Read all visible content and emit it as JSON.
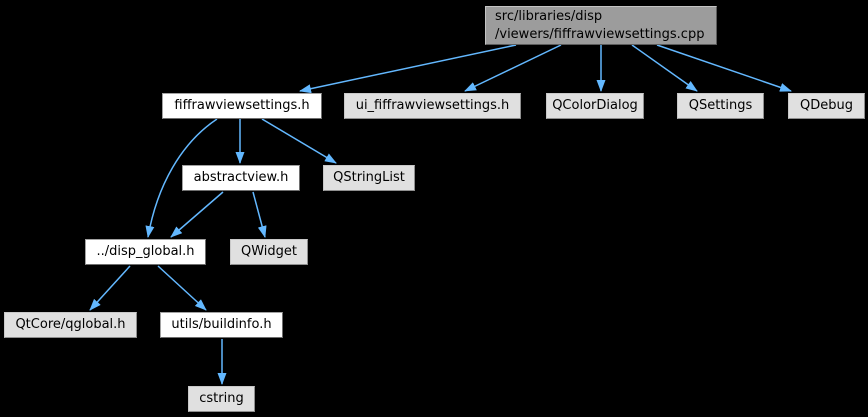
{
  "graph": {
    "type": "include-dependency-graph",
    "colors": {
      "background": "#000000",
      "edge": "#63b8ff",
      "root_node_fill": "#9c9c9c",
      "internal_node_fill": "#ffffff",
      "external_node_fill": "#e0e0e0",
      "text": "#000000"
    },
    "nodes": [
      {
        "id": "cpp-root",
        "label": "src/libraries/disp\n/viewers/fiffrawviewsettings.cpp",
        "type": "root",
        "clickable": false
      },
      {
        "id": "fiffrawviewsettings-h",
        "label": "fiffrawviewsettings.h",
        "type": "internal",
        "clickable": true
      },
      {
        "id": "ui-fiffrawviewsettings-h",
        "label": "ui_fiffrawviewsettings.h",
        "type": "external",
        "clickable": false
      },
      {
        "id": "qcolordialog",
        "label": "QColorDialog",
        "type": "external",
        "clickable": false
      },
      {
        "id": "qsettings",
        "label": "QSettings",
        "type": "external",
        "clickable": false
      },
      {
        "id": "qdebug",
        "label": "QDebug",
        "type": "external",
        "clickable": false
      },
      {
        "id": "abstractview-h",
        "label": "abstractview.h",
        "type": "internal",
        "clickable": true
      },
      {
        "id": "qstringlist",
        "label": "QStringList",
        "type": "external",
        "clickable": false
      },
      {
        "id": "disp-global-h",
        "label": "../disp_global.h",
        "type": "internal",
        "clickable": true
      },
      {
        "id": "qwidget",
        "label": "QWidget",
        "type": "external",
        "clickable": false
      },
      {
        "id": "qtcore-qglobal-h",
        "label": "QtCore/qglobal.h",
        "type": "external",
        "clickable": false
      },
      {
        "id": "utils-buildinfo-h",
        "label": "utils/buildinfo.h",
        "type": "internal",
        "clickable": true
      },
      {
        "id": "cstring",
        "label": "cstring",
        "type": "external",
        "clickable": false
      }
    ],
    "edges": [
      {
        "from": "cpp-root",
        "to": "fiffrawviewsettings-h"
      },
      {
        "from": "cpp-root",
        "to": "ui-fiffrawviewsettings-h"
      },
      {
        "from": "cpp-root",
        "to": "qcolordialog"
      },
      {
        "from": "cpp-root",
        "to": "qsettings"
      },
      {
        "from": "cpp-root",
        "to": "qdebug"
      },
      {
        "from": "fiffrawviewsettings-h",
        "to": "abstractview-h"
      },
      {
        "from": "fiffrawviewsettings-h",
        "to": "qstringlist"
      },
      {
        "from": "fiffrawviewsettings-h",
        "to": "disp-global-h"
      },
      {
        "from": "abstractview-h",
        "to": "disp-global-h"
      },
      {
        "from": "abstractview-h",
        "to": "qwidget"
      },
      {
        "from": "disp-global-h",
        "to": "qtcore-qglobal-h"
      },
      {
        "from": "disp-global-h",
        "to": "utils-buildinfo-h"
      },
      {
        "from": "utils-buildinfo-h",
        "to": "cstring"
      }
    ]
  }
}
